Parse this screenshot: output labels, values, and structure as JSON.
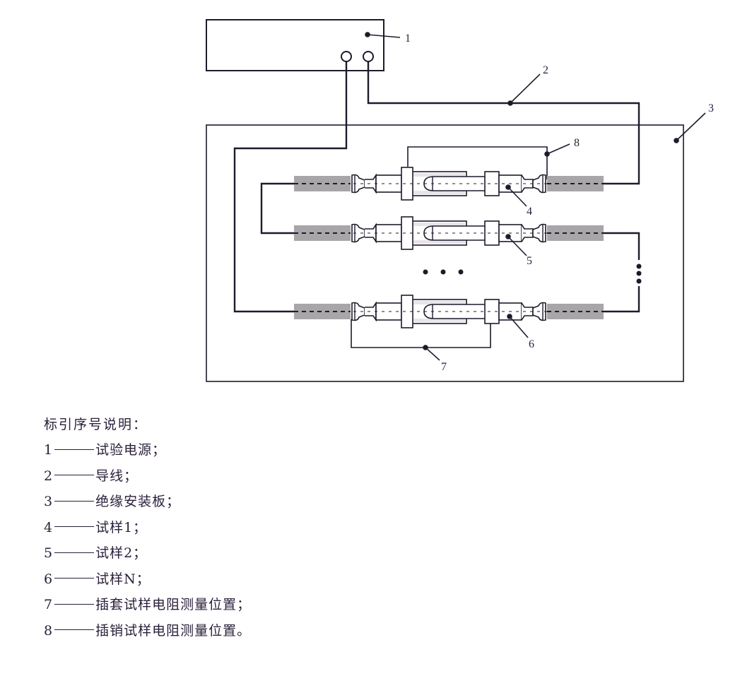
{
  "diagram": {
    "callouts": [
      {
        "id": "1",
        "label": "1"
      },
      {
        "id": "2",
        "label": "2"
      },
      {
        "id": "3",
        "label": "3"
      },
      {
        "id": "4",
        "label": "4"
      },
      {
        "id": "5",
        "label": "5"
      },
      {
        "id": "6",
        "label": "6"
      },
      {
        "id": "7",
        "label": "7"
      },
      {
        "id": "8",
        "label": "8"
      }
    ],
    "ellipsis": "• • •",
    "colors": {
      "line": "#1f1a2b",
      "insulation": "#a8a6a8",
      "background": "#ffffff"
    }
  },
  "legend": {
    "title": "标引序号说明：",
    "items": [
      {
        "num": "1",
        "text": "试验电源；"
      },
      {
        "num": "2",
        "text": "导线；"
      },
      {
        "num": "3",
        "text": "绝缘安装板；"
      },
      {
        "num": "4",
        "text": "试样1；"
      },
      {
        "num": "5",
        "text": "试样2；"
      },
      {
        "num": "6",
        "text": "试样N；"
      },
      {
        "num": "7",
        "text": "插套试样电阻测量位置；"
      },
      {
        "num": "8",
        "text": "插销试样电阻测量位置。"
      }
    ]
  }
}
